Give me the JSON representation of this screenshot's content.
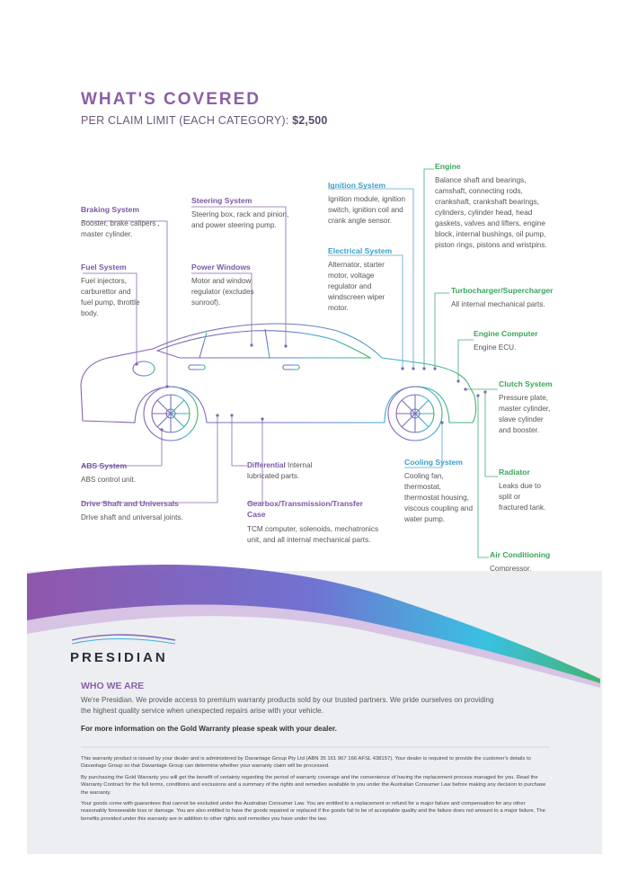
{
  "header": {
    "title": "WHAT'S COVERED",
    "subtitle_prefix": "PER CLAIM LIMIT (EACH CATEGORY): ",
    "subtitle_amount": "$2,500"
  },
  "categories": {
    "braking": {
      "title": "Braking System",
      "desc": "Booster, brake calipers , master cylinder."
    },
    "fuel": {
      "title": "Fuel System",
      "desc": "Fuel injectors, carburettor and fuel pump, throttle body."
    },
    "steering": {
      "title": "Steering System",
      "desc": "Steering box, rack and pinion, and power steering pump."
    },
    "windows": {
      "title": "Power Windows",
      "desc": "Motor and window regulator (excludes sunroof)."
    },
    "ignition": {
      "title": "Ignition System",
      "desc": "Ignition module, ignition switch, ignition coil and crank angle sensor."
    },
    "electrical": {
      "title": "Electrical System",
      "desc": "Alternator, starter motor, voltage regulator and windscreen wiper motor."
    },
    "engine": {
      "title": "Engine",
      "desc": "Balance shaft and bearings, camshaft, connecting rods, crankshaft, crankshaft bearings, cylinders, cylinder head, head gaskets, valves and lifters, engine block, internal bushings, oil pump, piston rings, pistons and wristpins."
    },
    "turbo": {
      "title": "Turbocharger/Supercharger",
      "desc": "All internal mechanical parts."
    },
    "computer": {
      "title": "Engine Computer",
      "desc": "Engine ECU."
    },
    "clutch": {
      "title": "Clutch System",
      "desc": "Pressure plate, master cylinder, slave cylinder and booster."
    },
    "radiator": {
      "title": "Radiator",
      "desc": "Leaks due to split or fractured tank."
    },
    "aircon": {
      "title": "Air Conditioning",
      "desc": "Compressor, evaporator and condenser."
    },
    "abs": {
      "title": "ABS System",
      "desc": "ABS control unit."
    },
    "driveshaft": {
      "title": "Drive Shaft and Universals",
      "desc": "Drive shaft and universal joints."
    },
    "differential": {
      "title": "Differential",
      "desc": "Internal lubricated parts."
    },
    "gearbox": {
      "title": "Gearbox/Transmission/Transfer Case",
      "desc": "TCM computer, solenoids, mechatronics unit, and all internal mechanical parts."
    },
    "cooling": {
      "title": "Cooling System",
      "desc": "Cooling fan, thermostat, thermostat housing, viscous coupling and water pump."
    }
  },
  "brand": {
    "name": "PRESIDIAN"
  },
  "who": {
    "heading": "WHO WE ARE",
    "body": "We're Presidian. We provide access to premium warranty products sold by our trusted partners. We pride ourselves on providing the highest quality service when unexpected repairs arise with your vehicle.",
    "cta": "For more information on the Gold Warranty please speak with your dealer."
  },
  "legal": {
    "p1": "This warranty product is issued by your dealer and is administered by Davantage Group Pty Ltd (ABN 35 161 967 166 AFSL 438157). Your dealer is required to provide the customer's details to Davantage Group so that Davantage Group can determine whether your warranty claim will be processed.",
    "p2": "By purchasing the Gold Warranty you will get the benefit of certainty regarding the period of warranty coverage and the convenience of having the replacement process managed for you. Read the Warranty Contract for the full terms, conditions and exclusions and a summary of the rights and remedies available to you under the Australian Consumer Law before making any decision to purchase the warranty.",
    "p3": "Your goods come with guarantees that cannot be excluded under the Australian Consumer Law. You are entitled to a replacement or refund for a major failure and compensation for any other reasonably foreseeable loss or damage. You are also entitled to have the goods repaired or replaced if the goods fail to be of acceptable quality and the failure does not amount to a major failure. The benefits provided under this warranty are in addition to other rights and remedies you have under the law."
  },
  "colors": {
    "purple": "#7b58a6",
    "blue": "#3aa0c9",
    "green": "#3ba55a",
    "panel": "#eceef2"
  }
}
